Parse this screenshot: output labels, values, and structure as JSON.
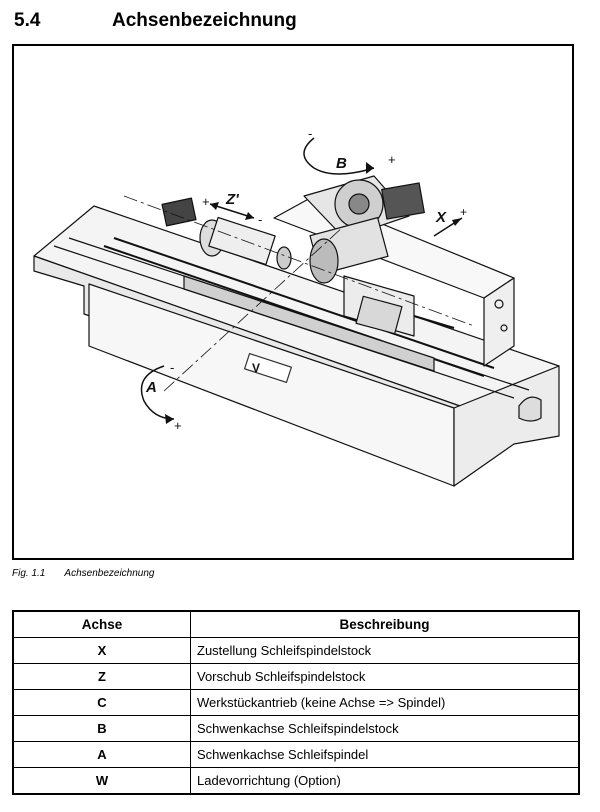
{
  "section": {
    "number": "5.4",
    "title": "Achsenbezeichnung"
  },
  "figure": {
    "axis_labels": {
      "b": "B",
      "z": "Z'",
      "x": "X",
      "a": "A",
      "plus": "+",
      "minus": "-"
    },
    "brand_mark": "V"
  },
  "caption": {
    "number": "Fig. 1.1",
    "text": "Achsenbezeichnung"
  },
  "table": {
    "headers": [
      "Achse",
      "Beschreibung"
    ],
    "rows": [
      {
        "axis": "X",
        "description": "Zustellung Schleifspindelstock"
      },
      {
        "axis": "Z",
        "description": "Vorschub Schleifspindelstock"
      },
      {
        "axis": "C",
        "description": "Werkstückantrieb (keine Achse => Spindel)"
      },
      {
        "axis": "B",
        "description": "Schwenkachse Schleifspindelstock"
      },
      {
        "axis": "A",
        "description": "Schwenkachse Schleifspindel"
      },
      {
        "axis": "W",
        "description": "Ladevorrichtung (Option)"
      }
    ]
  }
}
